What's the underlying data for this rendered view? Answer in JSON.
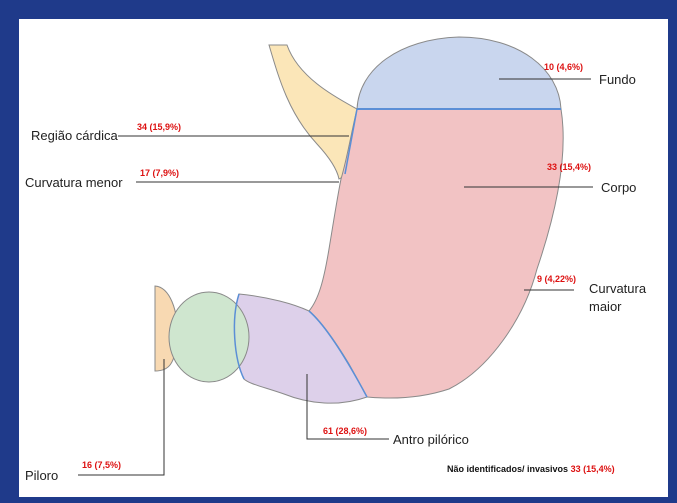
{
  "regions": [
    {
      "key": "fundo",
      "label": "Fundo",
      "count": "10 (4,6%)"
    },
    {
      "key": "regiao_cardica",
      "label": "Região cárdica",
      "count": "34 (15,9%)"
    },
    {
      "key": "curvatura_menor",
      "label": "Curvatura menor",
      "count": "17 (7,9%)"
    },
    {
      "key": "corpo",
      "label": "Corpo",
      "count": "33 (15,4%)"
    },
    {
      "key": "curvatura_maior",
      "label_line1": "Curvatura",
      "label_line2": "maior",
      "count": "9 (4,22%)"
    },
    {
      "key": "antro",
      "label": "Antro pilórico",
      "count": "61 (28,6%)"
    },
    {
      "key": "piloro",
      "label": "Piloro",
      "count": "16 (7,5%)"
    }
  ],
  "footer": {
    "text": "Não identificados/ invasivos",
    "count": "33 (15,4%)"
  },
  "colors": {
    "frame": "#1f3a8a",
    "fundo": "#c9d6ee",
    "corpo": "#f2c3c4",
    "antro": "#ddd0ea",
    "piloro": "#cfe6cf",
    "esophagus": "#fbe6b8",
    "duodenum": "#f8d9b2",
    "counts": "#dd1111"
  }
}
